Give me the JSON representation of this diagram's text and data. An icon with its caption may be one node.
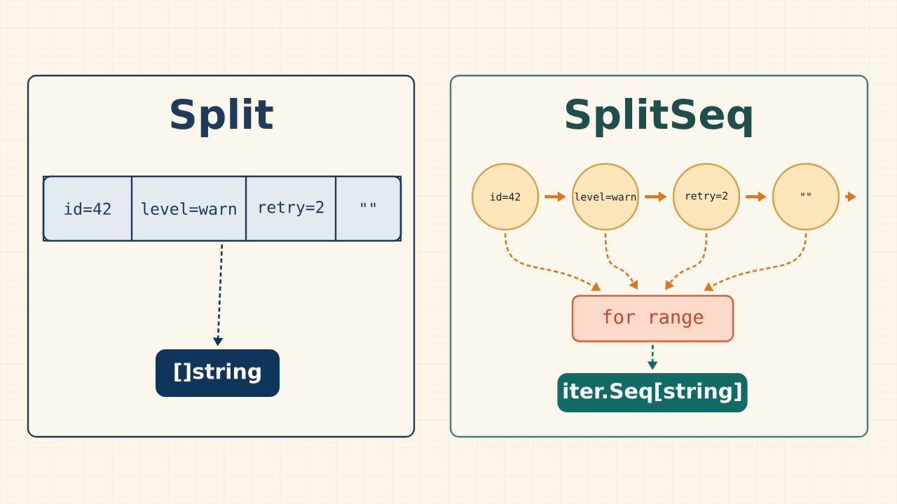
{
  "diagram": {
    "nodes": [
      {
        "text": [
          "Split"
        ]
      },
      {
        "text": [],
        "shape": "box",
        "in": 0
      },
      {
        "text": [
          "id=42"
        ],
        "in": 1
      },
      {
        "text": [
          "level=warn"
        ],
        "in": 1
      },
      {
        "text": [
          "retry=2"
        ],
        "in": 1
      },
      {
        "text": [
          "\"\""
        ],
        "in": 1
      },
      {
        "text": [
          "[]string"
        ],
        "in": 0
      },
      {
        "text": [
          "SplitSeq"
        ]
      },
      {
        "text": [
          "id=42"
        ],
        "in": 7
      },
      {
        "text": [
          "level=warn"
        ],
        "in": 7
      },
      {
        "text": [
          "retry=2"
        ],
        "in": 7
      },
      {
        "text": [
          "\"\""
        ],
        "in": 7
      },
      {
        "text": [
          "for range"
        ],
        "in": 7
      },
      {
        "text": [
          "iter.Seq[string]"
        ],
        "in": 7
      }
    ],
    "edges": [
      {
        "from": 1,
        "to": 6,
        "arrow": "to",
        "style": "dashed",
        "color": "#10355a"
      },
      {
        "from": 8,
        "to": 9,
        "arrow": "to"
      },
      {
        "from": 9,
        "to": 10,
        "arrow": "to"
      },
      {
        "from": 10,
        "to": 11,
        "arrow": "to"
      },
      {
        "from": 11,
        "to": null,
        "arrow": "to"
      },
      {
        "from": 8,
        "to": 12,
        "arrow": "to",
        "style": "dashed"
      },
      {
        "from": 9,
        "to": 12,
        "arrow": "to",
        "style": "dashed"
      },
      {
        "from": 10,
        "to": 12,
        "arrow": "to",
        "style": "dashed"
      },
      {
        "from": 11,
        "to": 12,
        "arrow": "to",
        "style": "dashed"
      },
      {
        "from": 12,
        "to": 13,
        "arrow": "to",
        "style": "dashed",
        "color": "#0f6b64"
      }
    ]
  }
}
